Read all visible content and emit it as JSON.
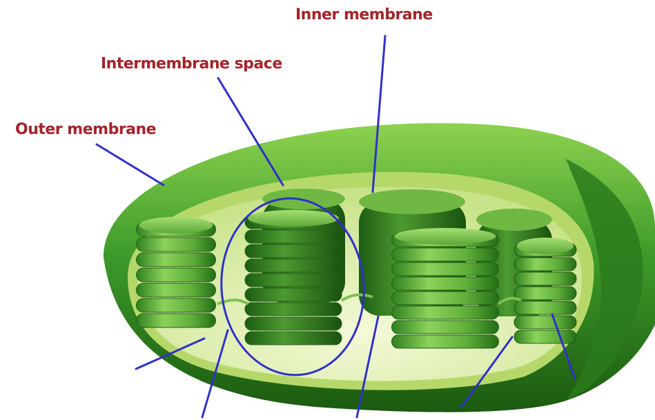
{
  "labels": {
    "inner_membrane": "Inner membrane",
    "intermembrane_space": "Intermembrane space",
    "outer_membrane": "Outer membrane"
  },
  "colors": {
    "label_text": "#a4232a",
    "leader_line": "#3030c8",
    "outer_membrane": "#3c9a2a",
    "outer_membrane_dark": "#1e5e12",
    "inner_membrane": "#b8d96a",
    "stroma": "#eaf3c2",
    "granum_light": "#8fd15a",
    "granum_dark": "#2e7d1f"
  },
  "icons": {
    "chloroplast": "chloroplast-illustration",
    "highlight": "granum-highlight-ellipse"
  }
}
